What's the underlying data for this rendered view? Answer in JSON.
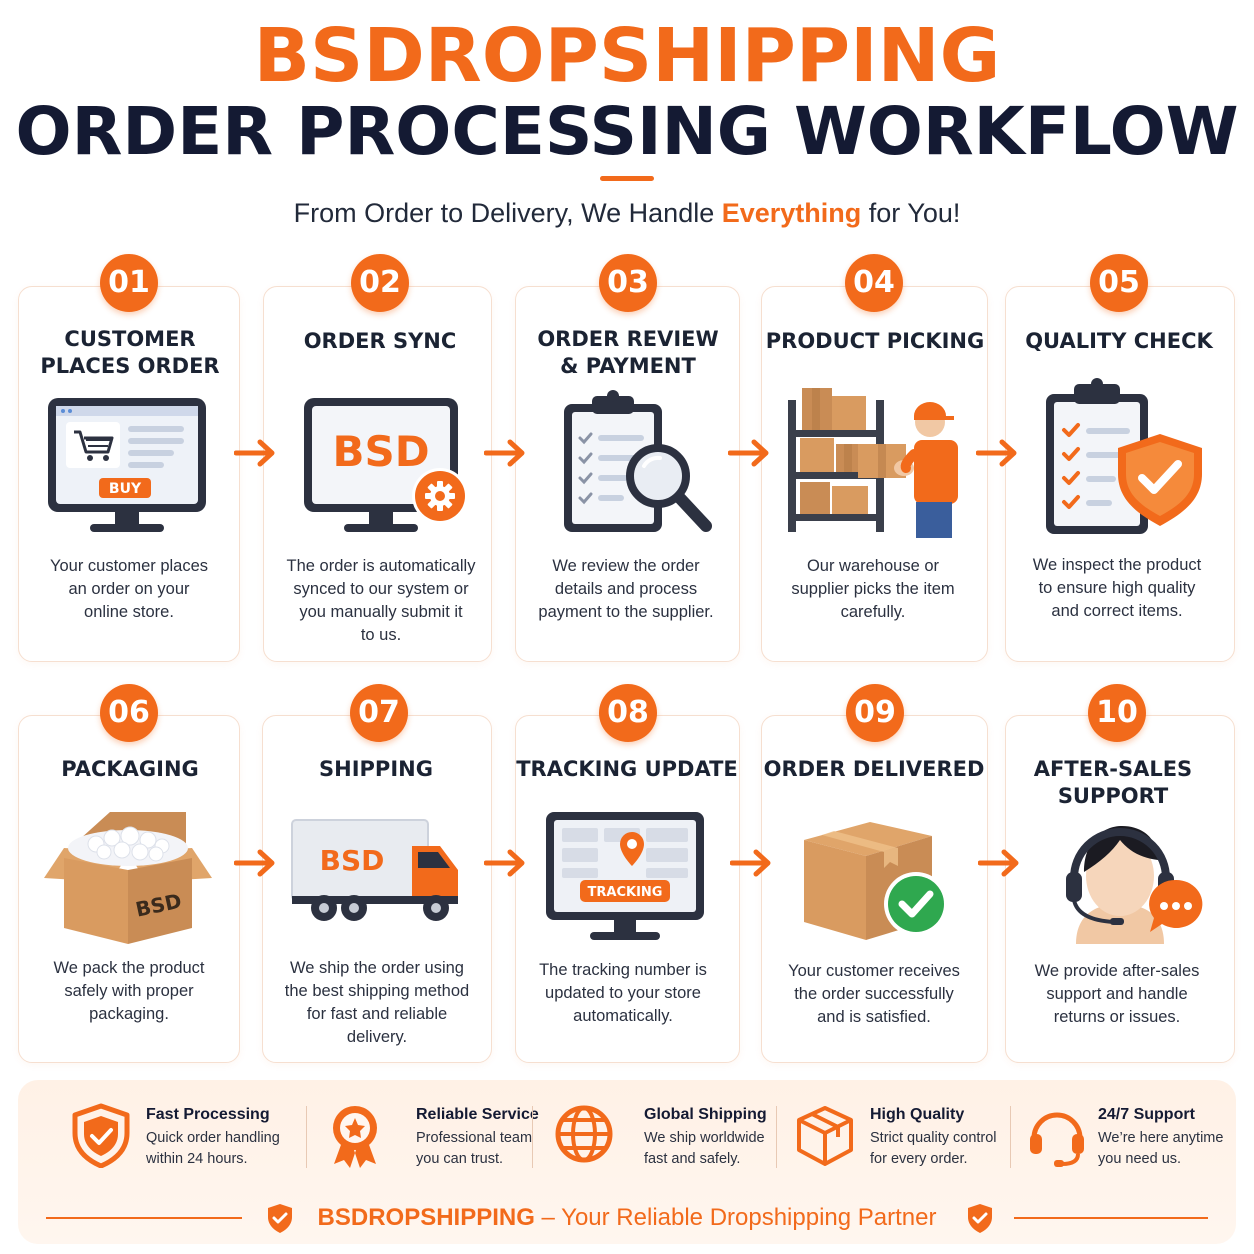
{
  "header": {
    "title": "BSDROPSHIPPING",
    "subtitle": "ORDER PROCESSING WORKFLOW",
    "tagline_pre": "From Order to Delivery, We Handle ",
    "tagline_highlight": "Everything",
    "tagline_post": " for You!"
  },
  "steps": [
    {
      "num": "01",
      "title": "CUSTOMER\nPLACES ORDER",
      "desc": "Your customer places\nan order on your\nonline store.",
      "icon_label": "BUY"
    },
    {
      "num": "02",
      "title": "ORDER SYNC",
      "desc": "The order is automatically\nsynced to our system or\nyou manually submit it\nto us.",
      "icon_label": "BSD"
    },
    {
      "num": "03",
      "title": "ORDER REVIEW\n& PAYMENT",
      "desc": "We review the order\ndetails and process\npayment to the supplier."
    },
    {
      "num": "04",
      "title": "PRODUCT PICKING",
      "desc": "Our warehouse or\nsupplier picks the item\ncarefully."
    },
    {
      "num": "05",
      "title": "QUALITY CHECK",
      "desc": "We inspect the product\nto ensure high quality\nand correct items."
    },
    {
      "num": "06",
      "title": "PACKAGING",
      "desc": "We pack the product\nsafely with proper\npackaging.",
      "icon_label": "BSD"
    },
    {
      "num": "07",
      "title": "SHIPPING",
      "desc": "We ship the order using\nthe best shipping method\nfor fast and reliable\ndelivery.",
      "icon_label": "BSD"
    },
    {
      "num": "08",
      "title": "TRACKING UPDATE",
      "desc": "The tracking number is\nupdated to your store\nautomatically.",
      "icon_label": "TRACKING"
    },
    {
      "num": "09",
      "title": "ORDER DELIVERED",
      "desc": "Your customer receives\nthe order successfully\nand is satisfied."
    },
    {
      "num": "10",
      "title": "AFTER-SALES\nSUPPORT",
      "desc": "We provide after-sales\nsupport and handle\nreturns or issues."
    }
  ],
  "features": [
    {
      "title": "Fast Processing",
      "desc": "Quick order handling\nwithin 24 hours.",
      "icon": "shield-check-icon"
    },
    {
      "title": "Reliable Service",
      "desc": "Professional team\nyou can trust.",
      "icon": "award-ribbon-icon"
    },
    {
      "title": "Global Shipping",
      "desc": "We ship worldwide\nfast and safely.",
      "icon": "globe-icon"
    },
    {
      "title": "High Quality",
      "desc": "Strict quality control\nfor every order.",
      "icon": "box-icon"
    },
    {
      "title": "24/7 Support",
      "desc": "We’re here anytime\nyou need us.",
      "icon": "headset-icon"
    }
  ],
  "footer": {
    "brand": "BSDROPSHIPPING",
    "separator": " – ",
    "slogan": "Your Reliable Dropshipping Partner"
  },
  "colors": {
    "accent": "#f26a1b",
    "navy": "#141a33"
  }
}
